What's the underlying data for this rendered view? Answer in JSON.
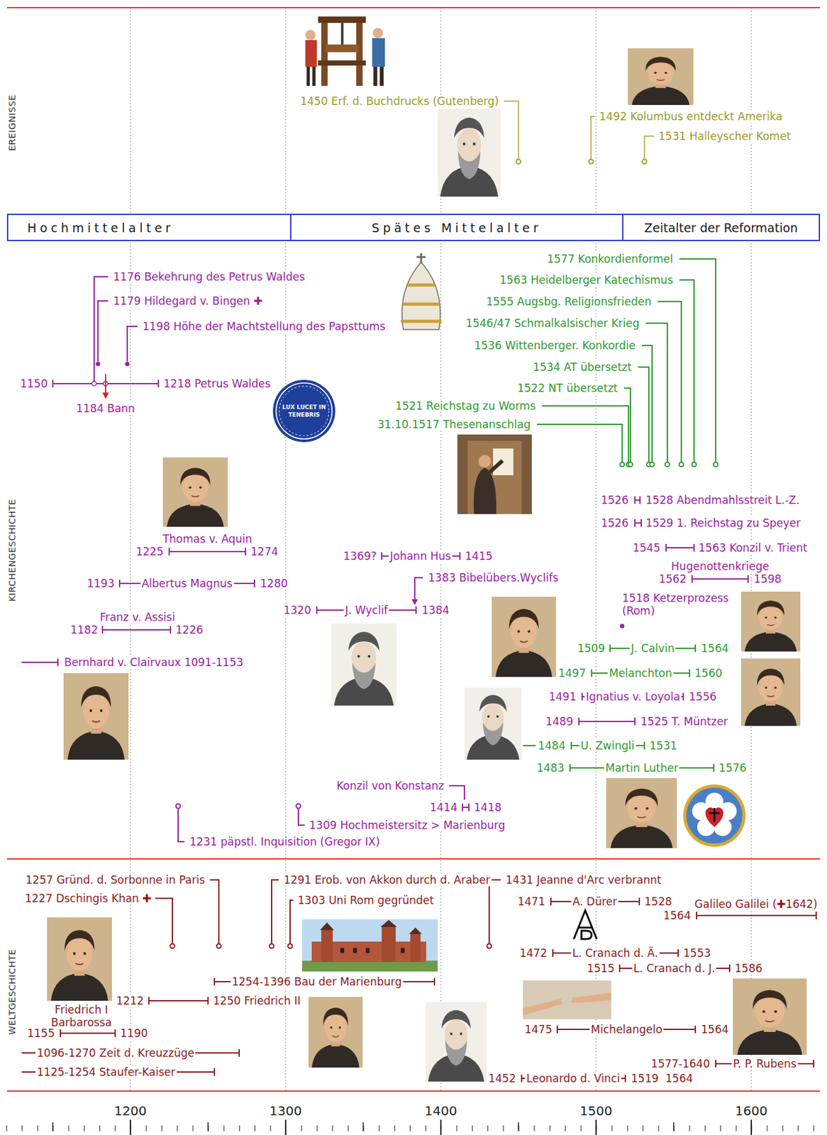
{
  "diagram": {
    "nodes": [
      {
        "text": [
          "Hochmittelalter"
        ]
      },
      {
        "text": [
          "Spätes Mittelalter"
        ]
      },
      {
        "text": [
          "Zeitalter der Reformation"
        ]
      }
    ],
    "labels": [
      "EREIGNISSE",
      "KIRCHENGESCHICHTE",
      "WELTGESCHICHTE",
      "1450 Erf. d. Buchdrucks (Gutenberg)",
      "1492 Kolumbus entdeckt Amerika",
      "1531 Halleyscher Komet",
      "1176 Bekehrung des Petrus Waldes",
      "1179 Hildegard v. Bingen ✚",
      "1198 Höhe der Machtstellung des Papsttums",
      "1150",
      "1218 Petrus Waldes",
      "1184 Bann",
      "LUX LUCET IN TENEBRIS",
      "1577 Konkordienformel",
      "1563 Heidelberger Katechismus",
      "1555 Augsbg. Religionsfrieden",
      "1546/47 Schmalkalsischer Krieg",
      "1536 Wittenberger. Konkordie",
      "1534 AT übersetzt",
      "1522 NT übersetzt",
      "1521 Reichstag zu Worms",
      "31.10.1517 Thesenanschlag",
      "1526",
      "1528 Abendmahlsstreit L.-Z.",
      "1526",
      "1529 1. Reichstag zu Speyer",
      "Thomas v. Aquin",
      "1225",
      "1274",
      "1545",
      "1563 Konzil v. Trient",
      "1369?",
      "Johann Hus",
      "1415",
      "Hugenottenkriege",
      "1383 Bibelübers.Wyclifs",
      "1562",
      "1598",
      "1193",
      "Albertus Magnus",
      "1280",
      "1518 Ketzerprozess (Rom)",
      "1320",
      "J. Wyclif",
      "1384",
      "Franz v. Assisi",
      "1182",
      "1226",
      "1509",
      "J. Calvin",
      "1564",
      "Bernhard v. Clairvaux 1091-1153",
      "1497",
      "Melanchton",
      "1560",
      "1491",
      "Ignatius v. Loyola",
      "1556",
      "1489",
      "1525 T. Müntzer",
      "1484",
      "U. Zwingli",
      "1531",
      "1483",
      "Martin Luther",
      "1576",
      "Konzil von Konstanz",
      "1414",
      "1418",
      "1309 Hochmeistersitz > Marienburg",
      "1231 päpstl. Inquisition (Gregor IX)",
      "1257 Gründ. d. Sorbonne in Paris",
      "1291 Erob. von Akkon durch d. Araber",
      "1431 Jeanne d'Arc verbrannt",
      "1227 Dschingis Khan ✚",
      "1303 Uni Rom gegründet",
      "1471",
      "A. Dürer",
      "1528",
      "Galileo Galilei (✚1642)",
      "1564",
      "1472",
      "L. Cranach d. Ä.",
      "1553",
      "1515",
      "L. Cranach d. J.",
      "1586",
      "1254-1396 Bau der Marienburg",
      "1212",
      "1250 Friedrich II",
      "Friedrich I Barbarossa",
      "1475",
      "Michelangelo",
      "1564",
      "1155",
      "1190",
      "1096-1270 Zeit d. Kreuzzüge",
      "1577-1640",
      "P. P. Rubens",
      "1125-1254 Staufer-Kaiser",
      "1452",
      "Leonardo d. Vinci",
      "1519",
      "1564",
      "1200",
      "1300",
      "1400",
      "1500",
      "1600"
    ]
  }
}
